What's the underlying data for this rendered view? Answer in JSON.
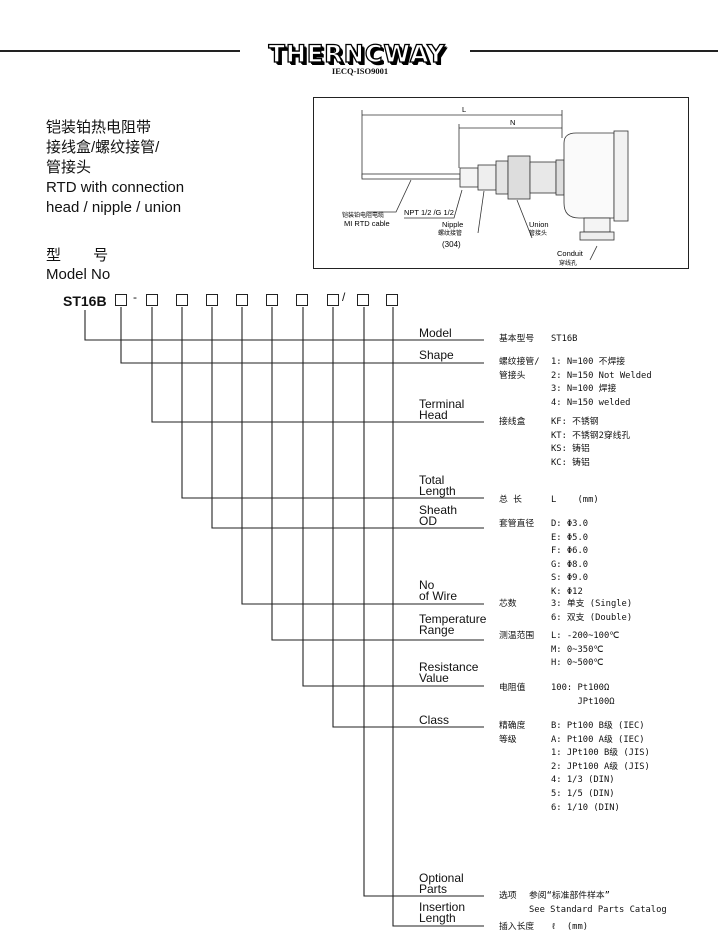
{
  "header": {
    "logo": "THERNCWAY",
    "certification": "IECQ-ISO9001"
  },
  "title": {
    "zh_lines": [
      "铠装铂热电阻带",
      "接线盒/螺纹接管/",
      "管接头"
    ],
    "en_lines": [
      "RTD with connection",
      "head / nipple / union"
    ]
  },
  "model_heading": {
    "zh": "型 号",
    "en": "Model No"
  },
  "diagram": {
    "dim_L": "L",
    "dim_N": "N",
    "cable_zh": "铠装铂电阻电缆",
    "cable_en": "MI RTD cable",
    "thread": "NPT 1/2 /G 1/2",
    "nipple_en": "Nipple",
    "nipple_zh": "螺纹接管",
    "nipple_material": "(304)",
    "union_en": "Union",
    "union_zh": "管接头",
    "conduit_en": "Conduit",
    "conduit_zh": "穿线孔"
  },
  "model_code": {
    "prefix": "ST16B",
    "dash": "-",
    "slash": "/"
  },
  "fields": [
    {
      "label": "Model",
      "spec_label": [
        "基本型号"
      ],
      "options": [
        "ST16B"
      ]
    },
    {
      "label": "Shape",
      "spec_label": [
        "螺纹接管/",
        "管接头"
      ],
      "options": [
        "1: N=100 不焊接",
        "2: N=150 Not Welded",
        "3: N=100 焊接",
        "4: N=150 welded"
      ]
    },
    {
      "label": "Terminal Head",
      "spec_label": [
        "接线盒"
      ],
      "options": [
        "KF: 不锈钢",
        "KT: 不锈钢2穿线孔",
        "KS: 铸铝",
        "KC: 铸铝"
      ]
    },
    {
      "label": "Total Length",
      "spec_label": [
        "总  长"
      ],
      "options": [
        "L    (mm)"
      ]
    },
    {
      "label": "Sheath OD",
      "spec_label": [
        "套管直径"
      ],
      "options": [
        "D: Φ3.0",
        "E: Φ5.0",
        "F: Φ6.0",
        "G: Φ8.0",
        "S: Φ9.0",
        "K: Φ12"
      ]
    },
    {
      "label": "No of Wire",
      "spec_label": [
        "芯数"
      ],
      "options": [
        "3: 单支 (Single)",
        "6: 双支 (Double)"
      ]
    },
    {
      "label": "Temperature Range",
      "spec_label": [
        "测温范围"
      ],
      "options": [
        "L: -200~100℃",
        "M: 0~350℃",
        "H: 0~500℃"
      ]
    },
    {
      "label": "Resistance Value",
      "spec_label": [
        "电阻值"
      ],
      "options": [
        "100: Pt100Ω",
        "     JPt100Ω"
      ]
    },
    {
      "label": "Class",
      "spec_label": [
        "精确度",
        "等级"
      ],
      "options": [
        "B: Pt100 B级 (IEC)",
        "A: Pt100 A级 (IEC)",
        "1: JPt100 B级 (JIS)",
        "2: JPt100 A级 (JIS)",
        "4: 1/3 (DIN)",
        "5: 1/5 (DIN)",
        "6: 1/10 (DIN)"
      ]
    },
    {
      "label": "Optional Parts",
      "spec_label": [
        "选项"
      ],
      "options": [
        "参阅“标准部件样本”",
        "See Standard Parts Catalog"
      ]
    },
    {
      "label": "Insertion Length",
      "spec_label": [
        "插入长度"
      ],
      "options": [
        "ℓ  (mm)"
      ]
    }
  ]
}
